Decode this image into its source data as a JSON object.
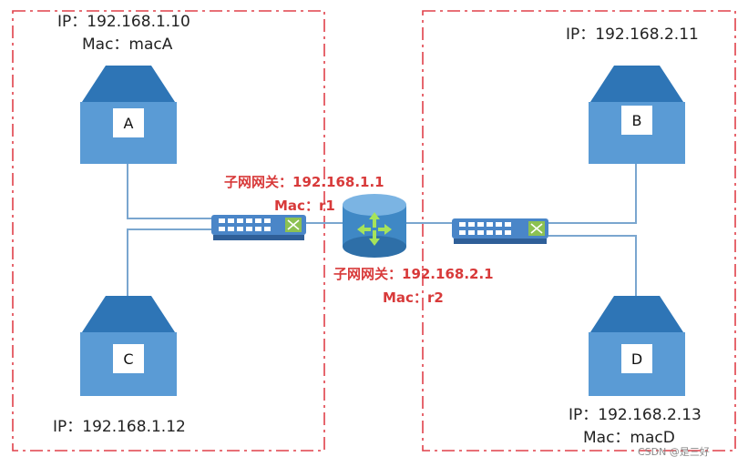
{
  "left_net": {
    "host_a": {
      "label": "A",
      "ip": "IP：192.168.1.10",
      "mac": "Mac：macA"
    },
    "host_c": {
      "label": "C",
      "ip": "IP：192.168.1.12"
    }
  },
  "right_net": {
    "host_b": {
      "label": "B",
      "ip": "IP：192.168.2.11"
    },
    "host_d": {
      "label": "D",
      "ip": "IP：192.168.2.13",
      "mac": "Mac：macD"
    }
  },
  "router": {
    "gateway1": "子网网关：192.168.1.1",
    "mac1": "Mac：r1",
    "gateway2": "子网网关：192.168.2.1",
    "mac2": "Mac：r2"
  },
  "watermark": "CSDN @是三好",
  "colors": {
    "border": "#e0404a",
    "host": "#5a9bd5",
    "host_top": "#2e75b6",
    "line": "#7aa6cf",
    "switch": "#4a86c8",
    "router": "#3f88c5",
    "gateway_text": "#d83a3a"
  }
}
